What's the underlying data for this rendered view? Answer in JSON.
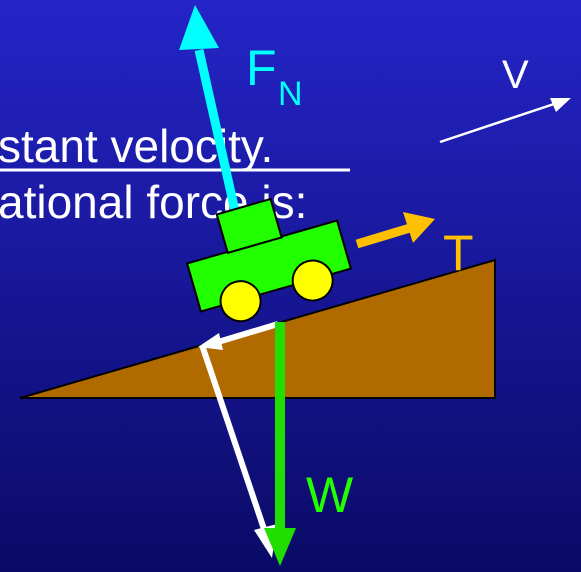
{
  "slide": {
    "text_line_1": "stant velocity.",
    "text_line_2": "ational force is:"
  },
  "labels": {
    "normal_force": "F",
    "normal_force_subscript": "N",
    "velocity": "V",
    "tension": "T",
    "weight": "W"
  },
  "colors": {
    "background_top": "#2424c8",
    "background_bottom": "#0a0a66",
    "text": "#ffffff",
    "normal_force": "#00ffff",
    "tension": "#ffc000",
    "weight": "#22dd00",
    "incline": "#b06a00",
    "car_body": "#22ff00",
    "wheels": "#ffff00",
    "component_arrows": "#ffffff"
  },
  "icons": {
    "vehicle": "cart-icon",
    "surface": "incline-ramp"
  }
}
